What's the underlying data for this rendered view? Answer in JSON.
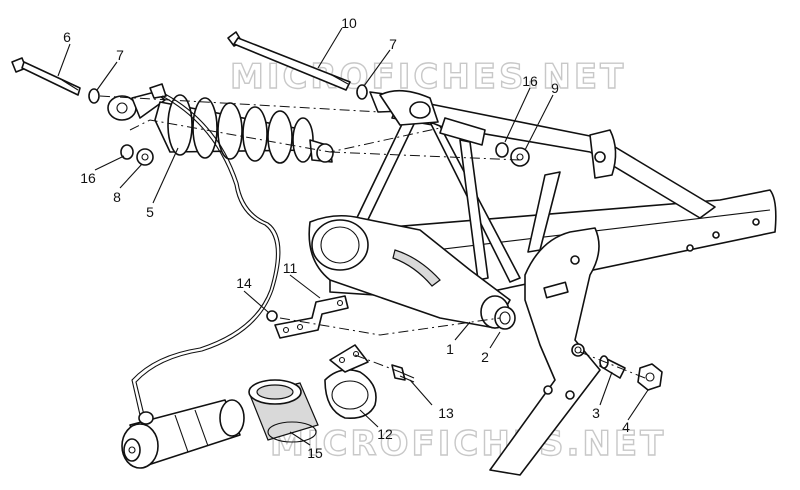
{
  "watermark": "MICROFICHES.NET",
  "callouts": {
    "c1": "1",
    "c2": "2",
    "c3": "3",
    "c4": "4",
    "c5": "5",
    "c6": "6",
    "c7a": "7",
    "c7b": "7",
    "c8": "8",
    "c9": "9",
    "c10": "10",
    "c11": "11",
    "c12": "12",
    "c13": "13",
    "c14": "14",
    "c15": "15",
    "c16a": "16",
    "c16b": "16"
  }
}
